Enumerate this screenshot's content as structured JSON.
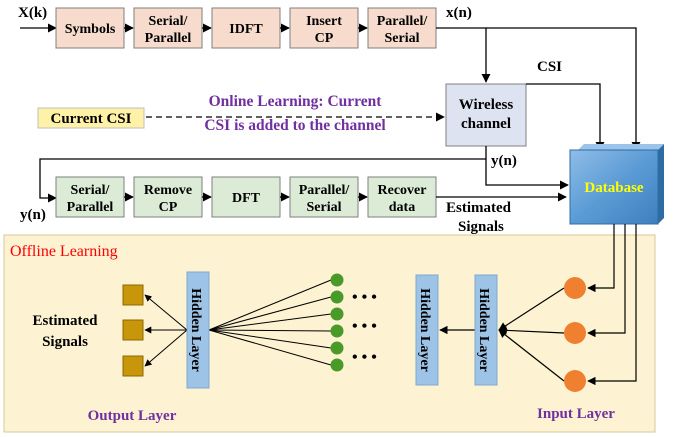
{
  "colors": {
    "tx_block": "#f7dccd",
    "rx_block": "#dcebd6",
    "block_border": "#7f7f7f",
    "channel": "#dde3f1",
    "database": "#5b9bd5",
    "current_csi_fill": "#fff2a8",
    "current_csi_border": "#bfbfbf",
    "offline_bg": "#fdf3d3",
    "offline_border": "#d6c89a",
    "offline_label": "#ff0000",
    "purple_text": "#7030a0",
    "hidden_layer": "#9dc3e6",
    "green_node": "#4a9a2a",
    "orange_node": "#f08030",
    "output_square": "#c8960a"
  },
  "tx_chain": {
    "input_label": "X(k)",
    "blocks": [
      {
        "line1": "Symbols",
        "line2": ""
      },
      {
        "line1": "Serial/",
        "line2": "Parallel"
      },
      {
        "line1": "IDFT",
        "line2": ""
      },
      {
        "line1": "Insert",
        "line2": "CP"
      },
      {
        "line1": "Parallel/",
        "line2": "Serial"
      }
    ],
    "output_label": "x(n)"
  },
  "current_csi_box": "Current CSI",
  "online_learning": {
    "line1": "Online Learning: Current",
    "line2": "CSI is added to the channel"
  },
  "channel": {
    "line1": "Wireless",
    "line2": "channel"
  },
  "csi_label": "CSI",
  "received_label": "y(n)",
  "database": "Database",
  "rx_chain": {
    "input_label": "y(n)",
    "blocks": [
      {
        "line1": "Serial/",
        "line2": "Parallel"
      },
      {
        "line1": "Remove",
        "line2": "CP"
      },
      {
        "line1": "DFT",
        "line2": ""
      },
      {
        "line1": "Parallel/",
        "line2": "Serial"
      },
      {
        "line1": "Recover",
        "line2": "data"
      }
    ],
    "output_label_line1": "Estimated",
    "output_label_line2": "Signals"
  },
  "offline": {
    "title": "Offline Learning",
    "hidden_layer_label": "Hidden Layer",
    "estimated_line1": "Estimated",
    "estimated_line2": "Signals",
    "output_layer": "Output Layer",
    "input_layer": "Input Layer",
    "ellipsis": "• • •"
  }
}
